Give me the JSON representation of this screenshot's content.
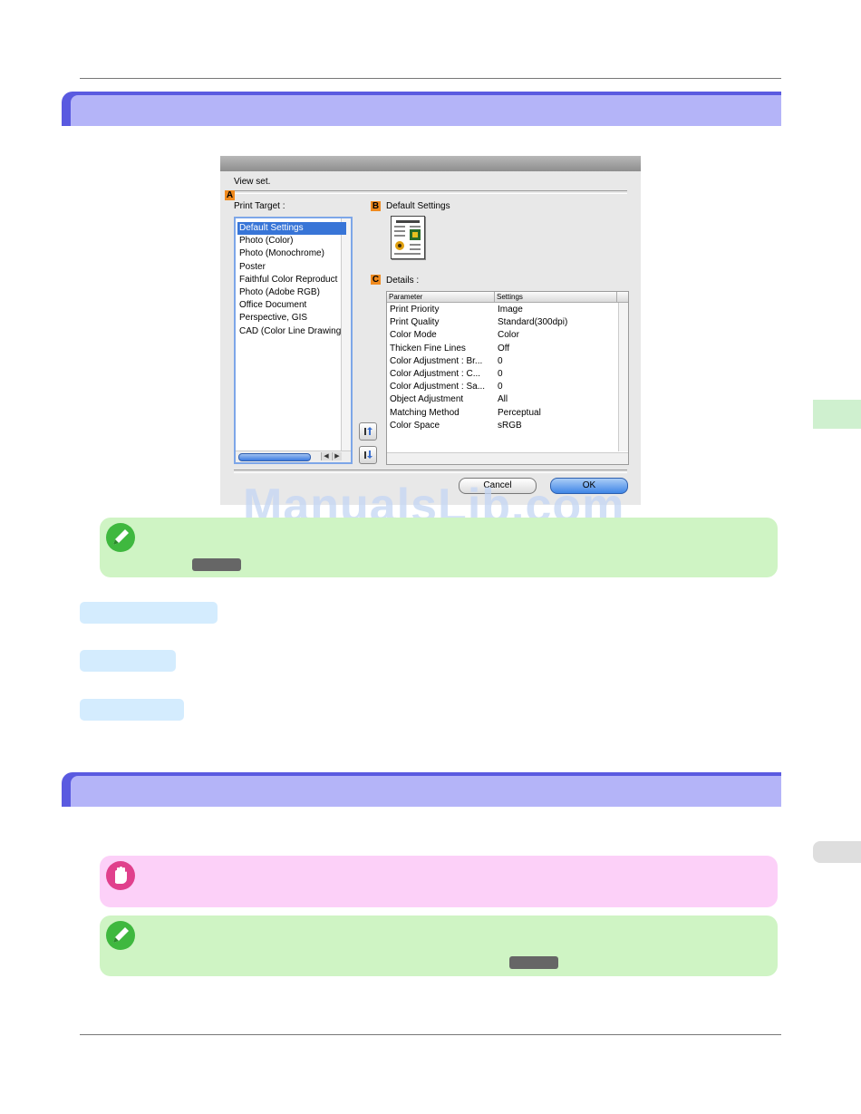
{
  "dialog": {
    "title_text": "View set.",
    "section_a_marker": "A",
    "print_target_label": "Print Target :",
    "print_targets": [
      "Default Settings",
      "Photo (Color)",
      "Photo (Monochrome)",
      "Poster",
      "Faithful Color Reproduct",
      "Photo (Adobe RGB)",
      "Office Document",
      "Perspective, GIS",
      "CAD (Color Line Drawing"
    ],
    "selected_target": "Default Settings",
    "section_b_marker": "B",
    "default_settings_label": "Default Settings",
    "section_c_marker": "C",
    "details_label": "Details :",
    "table_headers": [
      "Parameter",
      "Settings"
    ],
    "table_rows": [
      [
        "Print Priority",
        "Image"
      ],
      [
        "Print Quality",
        "Standard(300dpi)"
      ],
      [
        "Color Mode",
        "Color"
      ],
      [
        "Thicken Fine Lines",
        "Off"
      ],
      [
        "Color Adjustment : Br...",
        "0"
      ],
      [
        "Color Adjustment : C...",
        "0"
      ],
      [
        "Color Adjustment : Sa...",
        "0"
      ],
      [
        "Object Adjustment",
        "All"
      ],
      [
        "Matching Method",
        "Perceptual"
      ],
      [
        "Color Space",
        "sRGB"
      ]
    ],
    "cancel_label": "Cancel",
    "ok_label": "OK"
  },
  "watermark": "ManualsLib.com",
  "colors": {
    "section_bar": "#5a5ae0",
    "section_bar_inner": "#b4b4f8",
    "note_green": "#cff4c4",
    "note_pink": "#fcd0f8",
    "subhead": "#d4ecfe",
    "side_tab_green": "#cff0cf",
    "side_tab_grey": "#dedede",
    "ok_button": "#3f86e6"
  },
  "icons": {
    "note": "pencil-note-icon",
    "important": "hand-stop-icon",
    "move_up": "move-up-icon",
    "move_down": "move-down-icon",
    "thumbnail": "document-thumbnail-icon"
  }
}
